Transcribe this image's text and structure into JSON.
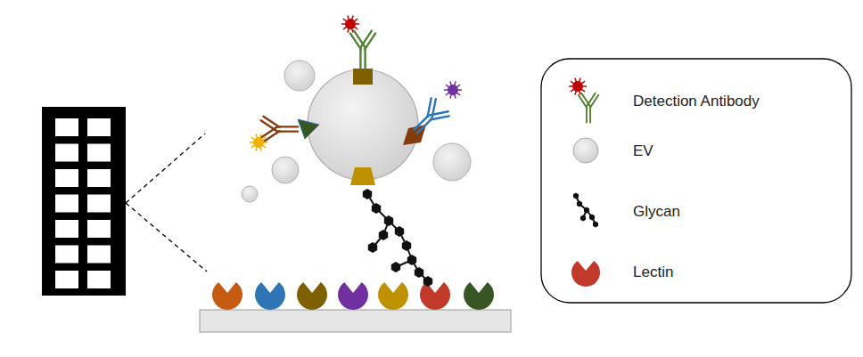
{
  "diagram": {
    "legend": [
      {
        "text": "Detection Antibody"
      },
      {
        "text": "EV"
      },
      {
        "text": "Glycan"
      },
      {
        "text": "Lectin"
      }
    ]
  }
}
